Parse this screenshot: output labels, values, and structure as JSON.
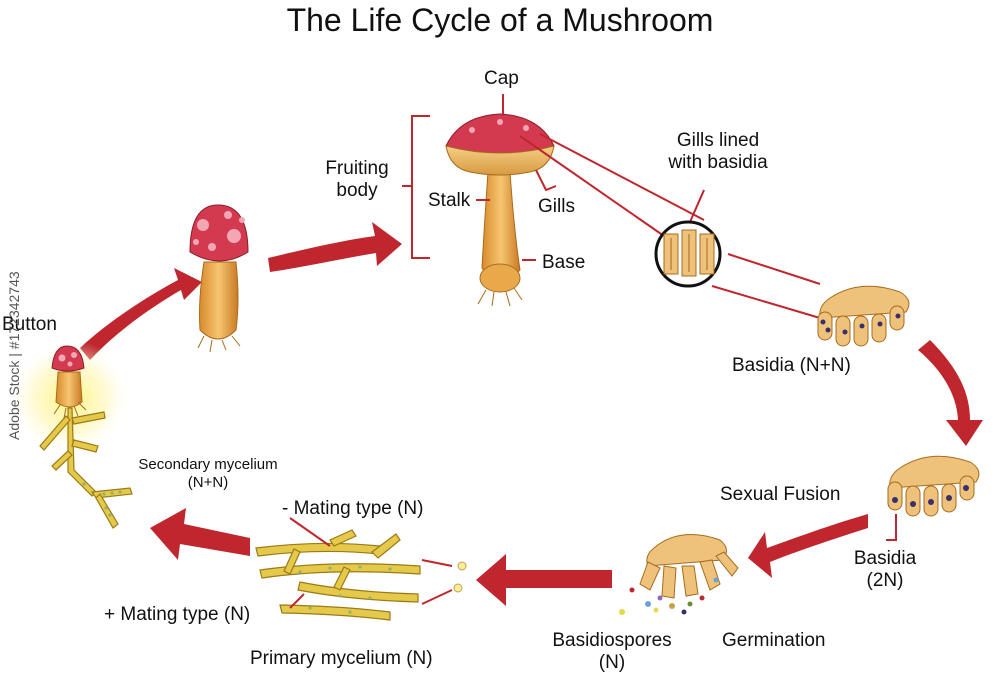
{
  "title": "The Life Cycle of a Mushroom",
  "labels": {
    "cap": "Cap",
    "fruiting_body_line1": "Fruiting",
    "fruiting_body_line2": "body",
    "stalk": "Stalk",
    "gills": "Gills",
    "base": "Base",
    "gills_lined_line1": "Gills lined",
    "gills_lined_line2": "with basidia",
    "basidia_nn": "Basidia (N+N)",
    "sexual_fusion": "Sexual Fusion",
    "basidia_2n_line1": "Basidia",
    "basidia_2n_line2": "(2N)",
    "germination": "Germination",
    "basidiospores_line1": "Basidiospores",
    "basidiospores_line2": "(N)",
    "minus_mating": "- Mating type (N)",
    "plus_mating": "+ Mating type (N)",
    "primary_mycelium": "Primary mycelium (N)",
    "secondary_line1": "Secondary mycelium",
    "secondary_line2": "(N+N)",
    "button": "Button"
  },
  "watermark": "Adobe Stock | #172342743",
  "colors": {
    "arrow": "#c0262d",
    "callout": "#c0262d",
    "cap": "#d43a4f",
    "spots": "#f3a7b4",
    "stalk": "#e9a94b",
    "gill": "#e8b866",
    "mycelium": "#e5c94a",
    "mycelium_stroke": "#9c7a14",
    "glow": "#fff6a8"
  }
}
